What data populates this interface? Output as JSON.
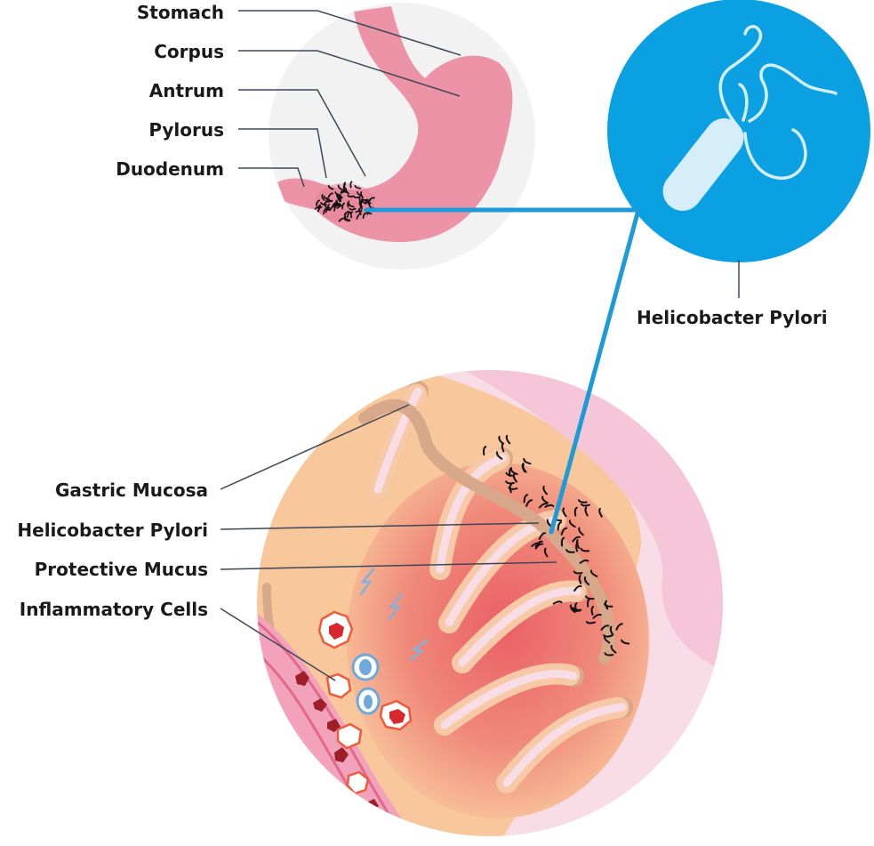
{
  "stomach_labels": {
    "stomach": "Stomach",
    "corpus": "Corpus",
    "antrum": "Antrum",
    "pylorus": "Pylorus",
    "duodenum": "Duodenum"
  },
  "bacterium_label": "Helicobacter Pylori",
  "mucosa_labels": {
    "gastric_mucosa": "Gastric Mucosa",
    "helicobacter_pylori": "Helicobacter Pylori",
    "protective_mucus": "Protective Mucus",
    "inflammatory_cells": "Inflammatory Cells"
  },
  "colors": {
    "stomach_pink": "#EC93A7",
    "stomach_bg": "#F2F2F2",
    "bacteria_bg": "#0AA0E2",
    "bacterium_body": "#D6EEFA",
    "connector_blue": "#1E9AD8",
    "mucosa_peach": "#F8C79B",
    "mucosa_red": "#EC6A6C",
    "mucus_pink": "#F9DDE6",
    "vessel_pink": "#F2A3BB",
    "leader_line": "#3E4757"
  }
}
